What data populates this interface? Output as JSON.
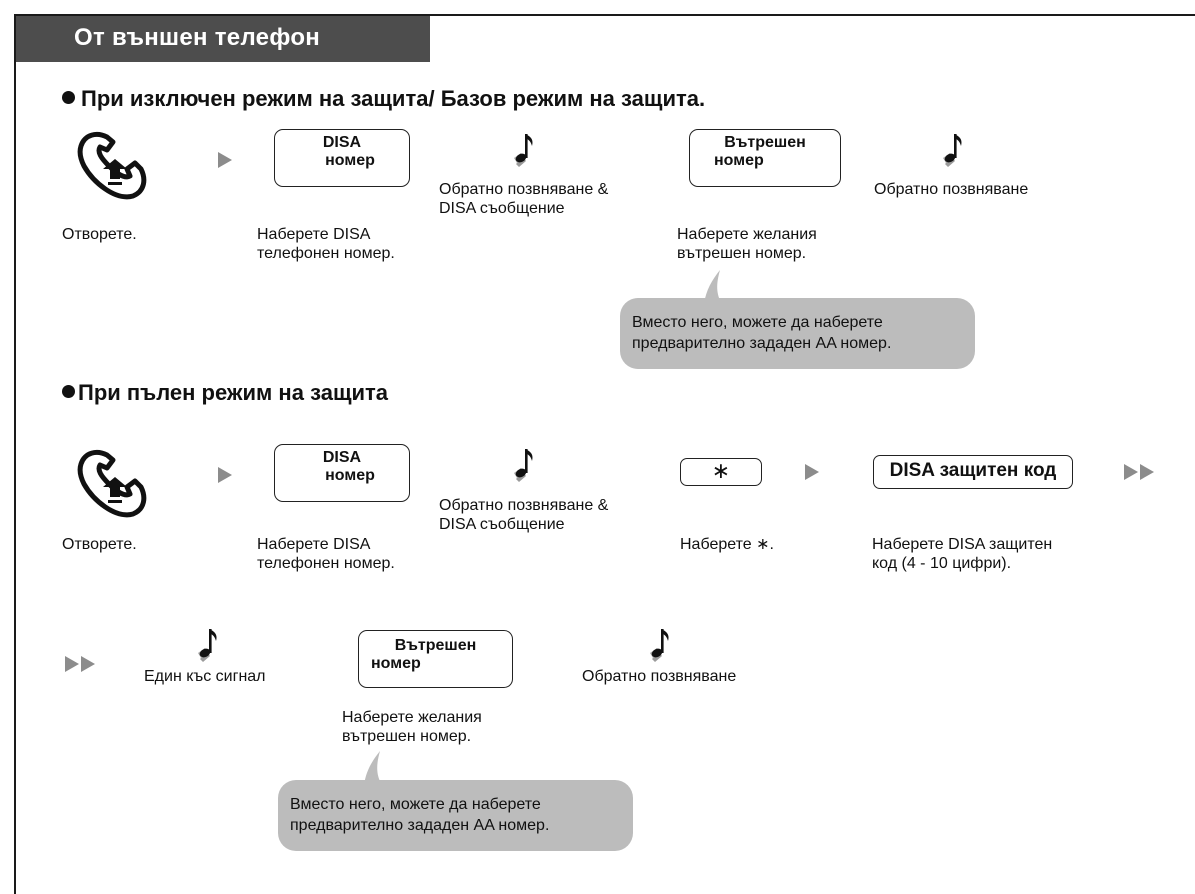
{
  "header": {
    "title": "От външен телефон"
  },
  "section1": {
    "heading": "При изключен режим на защита/ Базов режим на защита.",
    "steps": {
      "offhook_label": "Отворете.",
      "disa_key": [
        "DISA",
        "номер"
      ],
      "disa_label": [
        "Наберете DISA",
        "телефонен номер."
      ],
      "ringback_label": [
        "Обратно позвняване &",
        "DISA съобщение"
      ],
      "ext_key": [
        "Вътрешен",
        "номер"
      ],
      "ext_label": [
        "Наберете желания",
        "вътрешен номер."
      ],
      "final_tone_label": "Обратно позвняване"
    },
    "note": [
      "Вместо него, можете да наберете",
      "предварително зададен AA номер."
    ]
  },
  "section2": {
    "heading": "При пълен режим на защита",
    "steps": {
      "offhook_label": "Отворете.",
      "disa_key": [
        "DISA",
        "номер"
      ],
      "disa_label": [
        "Наберете DISA",
        "телефонен номер."
      ],
      "ringback_label": [
        "Обратно позвняване &",
        "DISA съобщение"
      ],
      "star_key": "∗",
      "star_label": "Наберете ∗.",
      "code_key": "DISA защитен код",
      "code_label": [
        "Наберете DISA защитен",
        "код (4 - 10 цифри)."
      ],
      "short_tone_label": "Един къс сигнал",
      "ext_key": [
        "Вътрешен",
        "номер"
      ],
      "ext_label": [
        "Наберете желания",
        "вътрешен номер."
      ],
      "final_tone_label": "Обратно позвняване"
    },
    "note": [
      "Вместо него, можете да наберете",
      "предварително зададен AA номер."
    ]
  },
  "colors": {
    "header_bg": "#4d4d4d",
    "arrow": "#8c8c8c",
    "bubble": "#bcbcbc",
    "tone_shadow": "#9a9a9a"
  },
  "icons": [
    "handset-offhook-icon",
    "play-arrow-icon",
    "double-arrow-icon",
    "music-note-tone-icon"
  ]
}
